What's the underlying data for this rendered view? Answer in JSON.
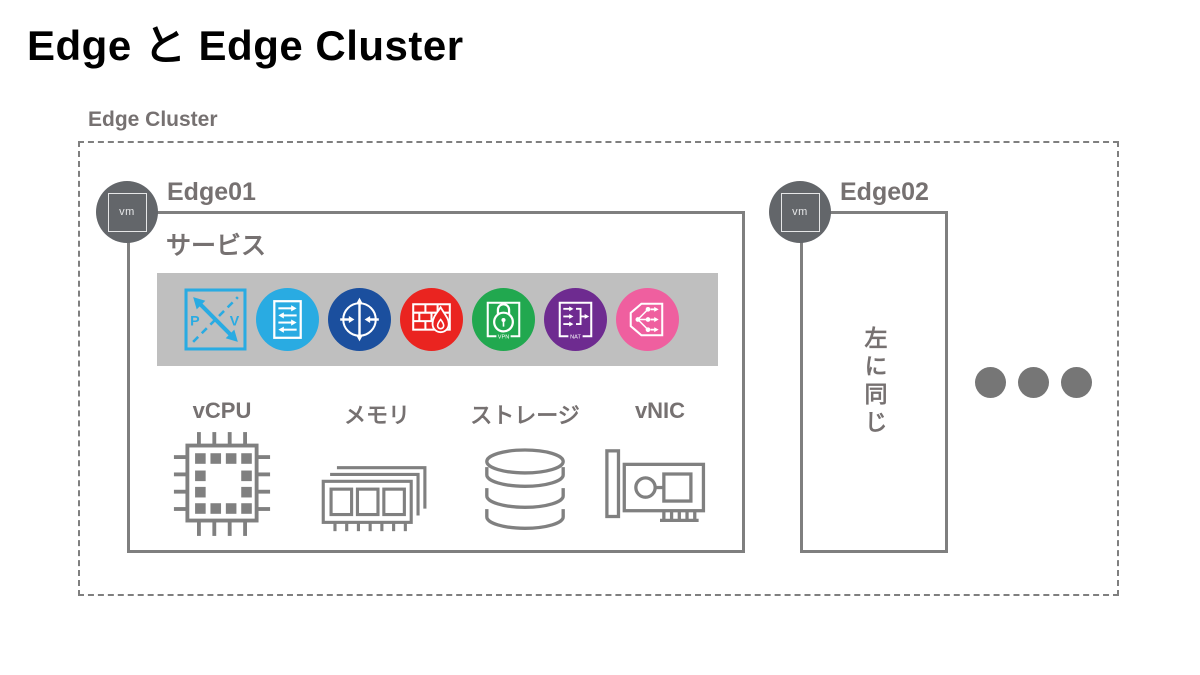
{
  "page": {
    "title": "Edge と Edge Cluster"
  },
  "cluster": {
    "label": "Edge Cluster",
    "ellipsis_dot_count": 3
  },
  "edge01": {
    "label": "Edge01",
    "vm_badge_label": "vm",
    "services_label": "サービス",
    "service_icons": [
      {
        "name": "physical-virtual-bridge-icon",
        "letter_p": "P",
        "letter_v": "V",
        "color": "#29ABE2"
      },
      {
        "name": "logical-switch-icon",
        "color": "#29ABE2"
      },
      {
        "name": "logical-router-icon",
        "color": "#1B4F9E"
      },
      {
        "name": "firewall-icon",
        "color": "#EA2420"
      },
      {
        "name": "vpn-icon",
        "label": "VPN",
        "color": "#21A84F"
      },
      {
        "name": "nat-icon",
        "label": "NAT",
        "color": "#6E2B90"
      },
      {
        "name": "load-balancer-icon",
        "color": "#EF5F9F"
      }
    ],
    "resources": [
      {
        "label": "vCPU",
        "icon": "cpu-chip-icon"
      },
      {
        "label": "メモリ",
        "icon": "memory-module-icon"
      },
      {
        "label": "ストレージ",
        "icon": "storage-cylinder-icon"
      },
      {
        "label": "vNIC",
        "icon": "network-card-icon"
      }
    ]
  },
  "edge02": {
    "label": "Edge02",
    "vm_badge_label": "vm",
    "body_text": "左に同じ"
  },
  "colors": {
    "title_text": "#000000",
    "gray_text": "#767171",
    "line_gray": "#7F7F7F",
    "service_bar_bg": "#BFBFBF",
    "vm_badge_bg": "#63666A",
    "dot_gray": "#767676",
    "resource_icon_gray": "#808080"
  }
}
